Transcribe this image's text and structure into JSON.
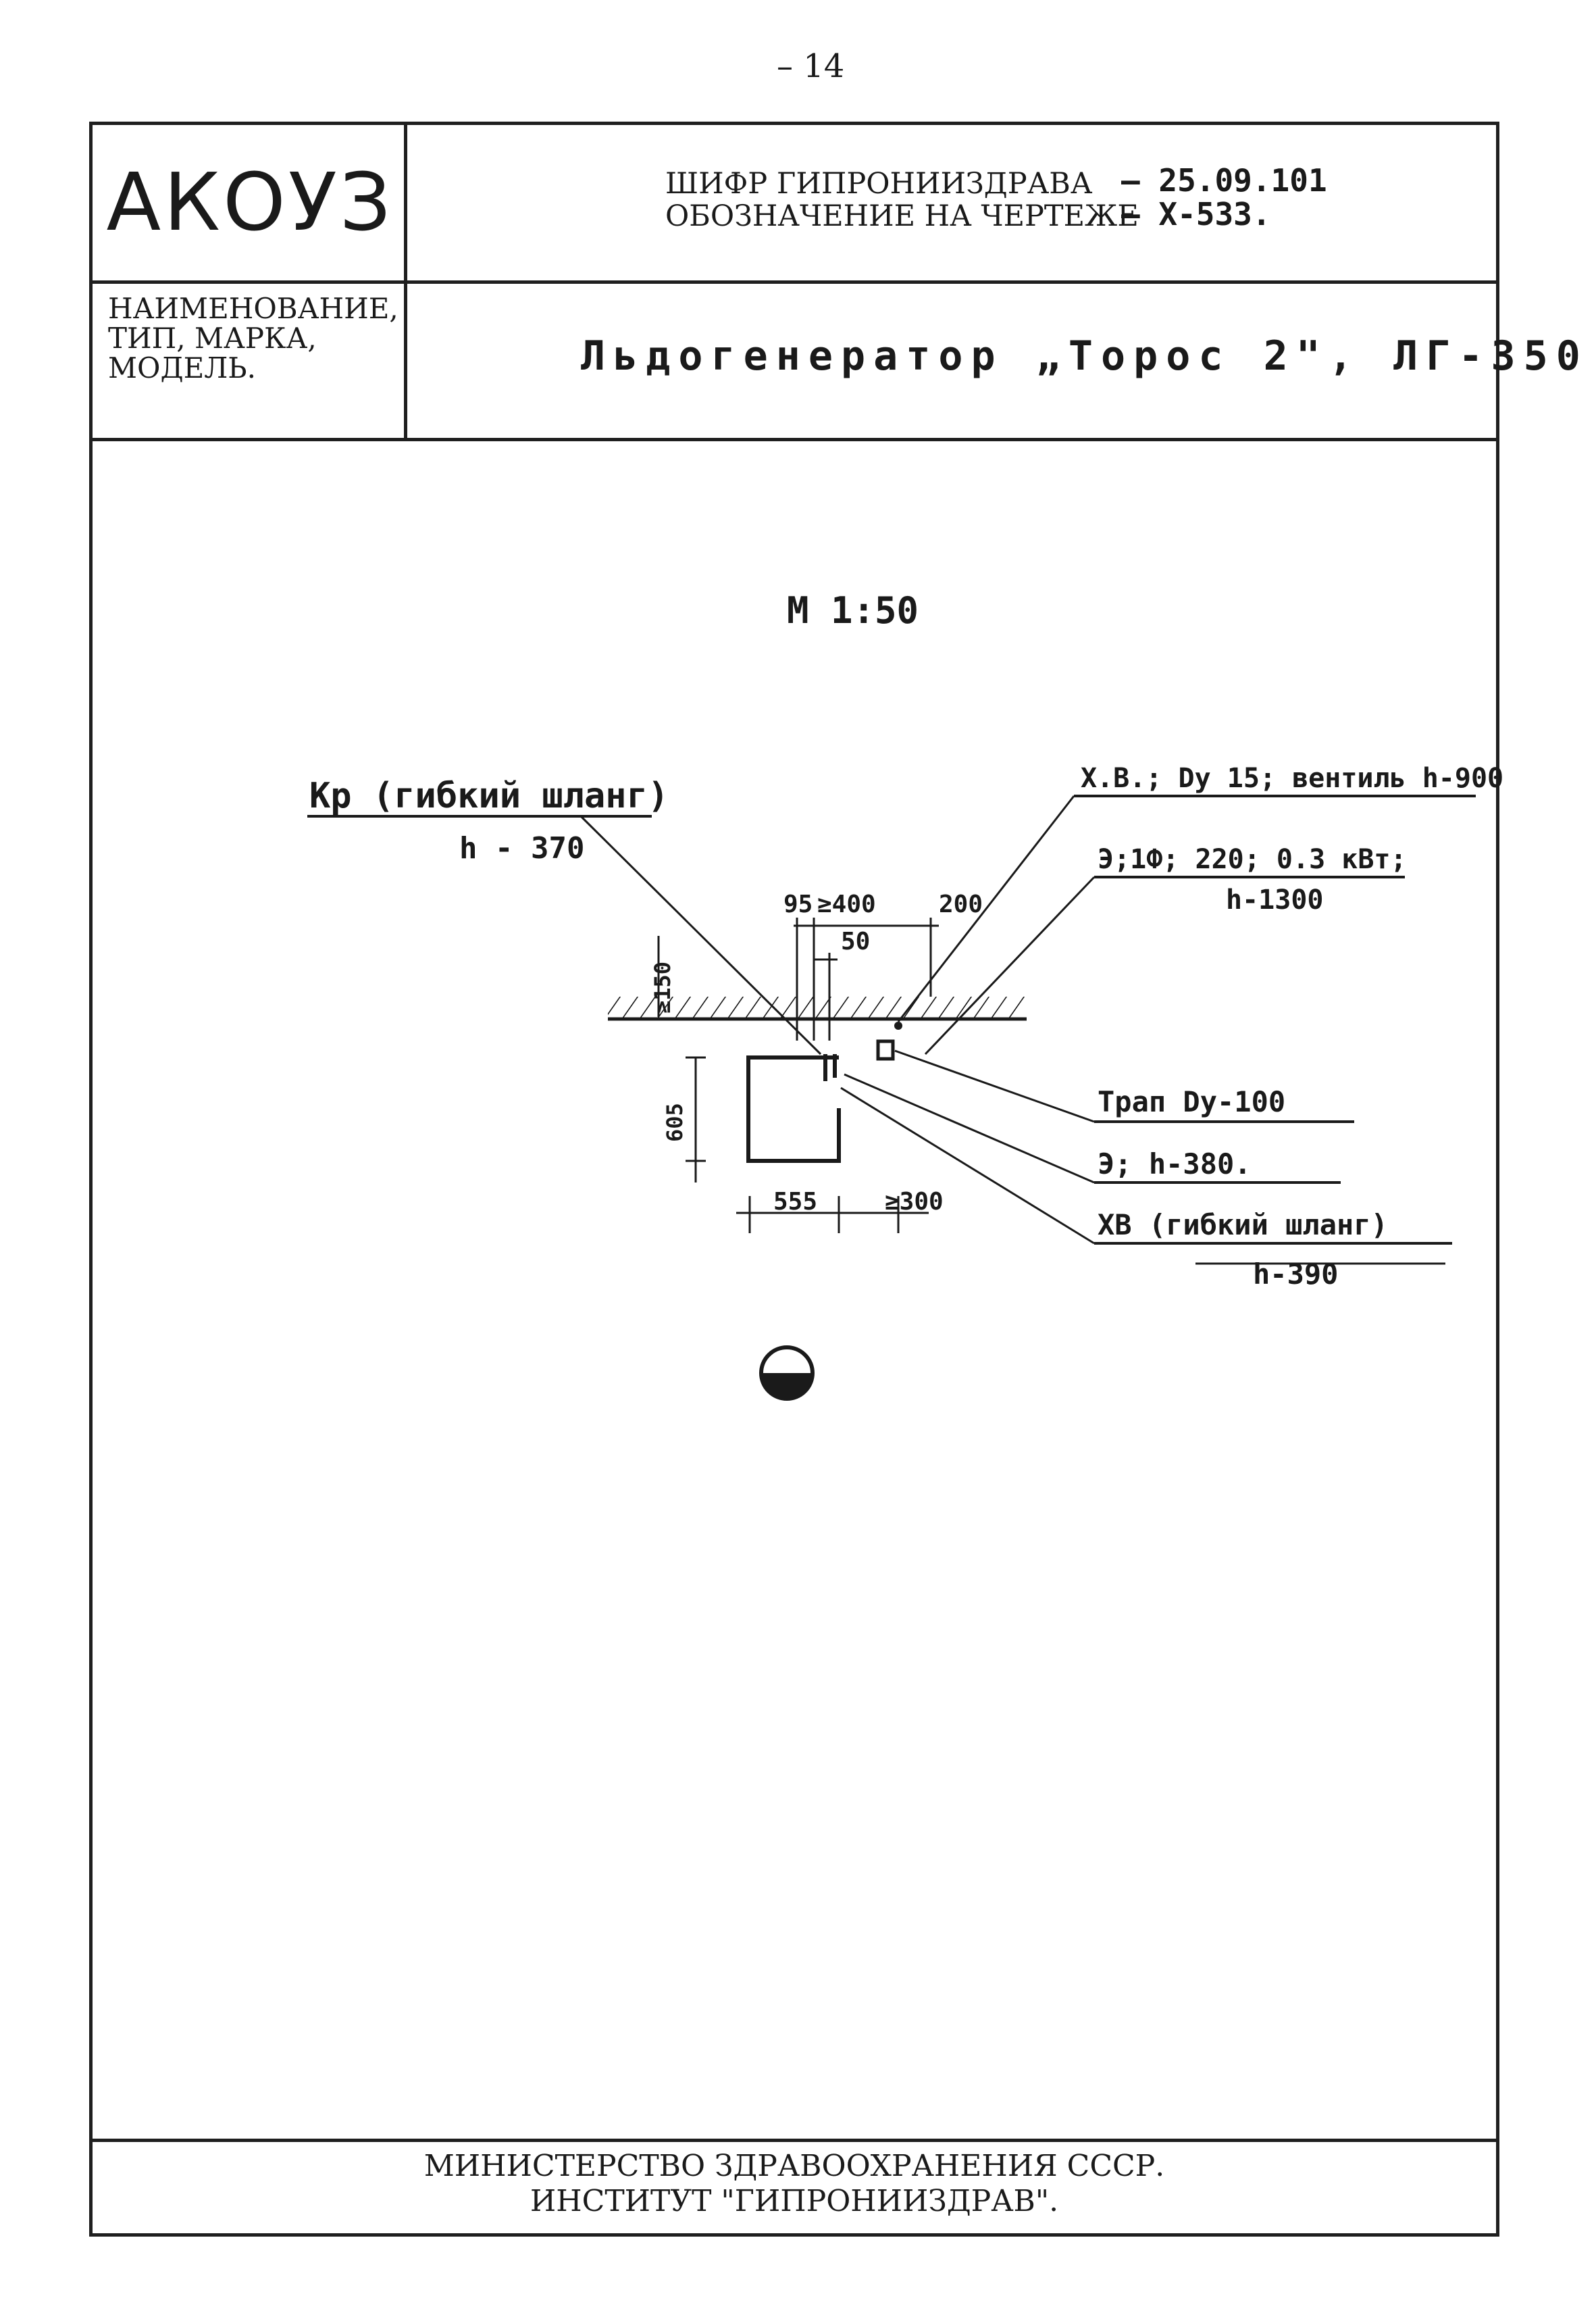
{
  "page_number": "– 14",
  "header": {
    "org_code": "АКОУЗ",
    "cipher_label": "ШИФР ГИПРОНИИЗДРАВА",
    "cipher_value": "– 25.09.101",
    "drawing_label": "ОБОЗНАЧЕНИЕ НА ЧЕРТЕЖЕ",
    "drawing_value": "– Х-533.",
    "name_label_1": "НАИМЕНОВАНИЕ,",
    "name_label_2": "ТИП, МАРКА,",
    "name_label_3": "МОДЕЛЬ.",
    "title": "Льдогенератор „Торос 2\", ЛГ-350"
  },
  "drawing": {
    "scale": "М 1:50",
    "callouts": {
      "kr_line1": "Кр (гибкий шланг)",
      "kr_line2": "h - 370",
      "xv_top": "Х.В.; Dу 15; вентиль h-900",
      "el_line1": "Э;1Ф; 220; 0.3 кВт;",
      "el_line2": "h-1300",
      "trap": "Трап Dу-100",
      "el2": "Э; h-380.",
      "xv_hose": "ХВ (гибкий шланг)",
      "xv_hose_h": "h-390"
    },
    "dims": {
      "d95": "95",
      "d400": "≥400",
      "d50": "50",
      "d200": "200",
      "d150": "≥150",
      "d605": "605",
      "d555": "555",
      "d300": "≥300"
    }
  },
  "footer": {
    "line1": "МИНИСТЕРСТВО ЗДРАВООХРАНЕНИЯ СССР.",
    "line2": "ИНСТИТУТ \"ГИПРОНИИЗДРАВ\"."
  }
}
